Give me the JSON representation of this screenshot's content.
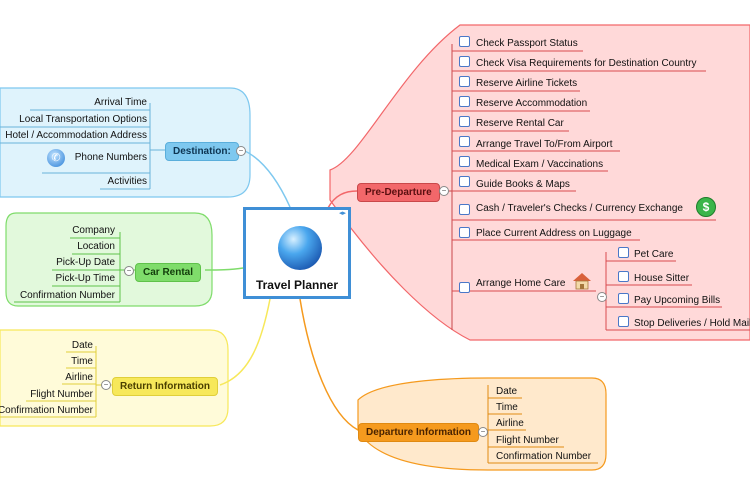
{
  "central": {
    "title": "Travel Planner",
    "icon": "globe-icon"
  },
  "pre_departure": {
    "label": "Pre-Departure",
    "items": [
      "Check Passport Status",
      "Check Visa Requirements for Destination Country",
      "Reserve Airline Tickets",
      "Reserve Accommodation",
      "Reserve Rental Car",
      "Arrange Travel To/From Airport",
      "Medical Exam / Vaccinations",
      "Guide Books & Maps",
      "Cash / Traveler's Checks / Currency Exchange",
      "Place Current Address on Luggage",
      "Arrange Home Care"
    ],
    "home_care_items": [
      "Pet Care",
      "House Sitter",
      "Pay Upcoming Bills",
      "Stop Deliveries / Hold Mail"
    ]
  },
  "destination": {
    "label": "Destination:",
    "items": [
      "Arrival Time",
      "Local Transportation Options",
      "Hotel / Accommodation Address",
      "Phone Numbers",
      "Activities"
    ]
  },
  "car_rental": {
    "label": "Car Rental",
    "items": [
      "Company",
      "Location",
      "Pick-Up Date",
      "Pick-Up Time",
      "Confirmation Number"
    ]
  },
  "return_info": {
    "label": "Return Information",
    "items": [
      "Date",
      "Time",
      "Airline",
      "Flight Number",
      "Confirmation Number"
    ]
  },
  "departure_info": {
    "label": "Departure Information",
    "items": [
      "Date",
      "Time",
      "Airline",
      "Flight Number",
      "Confirmation Number"
    ]
  },
  "colors": {
    "pre_departure": "#f2676a",
    "destination": "#7ec8ef",
    "car_rental": "#7fdc6b",
    "return_info": "#f7e85a",
    "departure_info": "#f59a1e"
  }
}
